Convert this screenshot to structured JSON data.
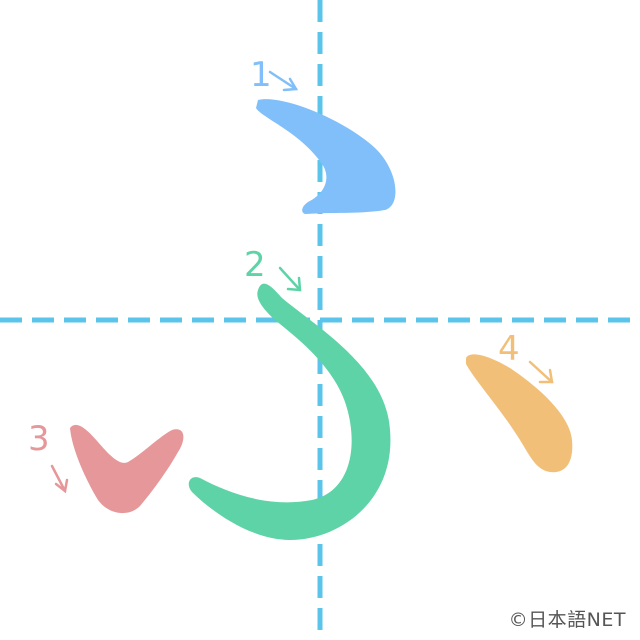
{
  "colors": {
    "guide": "#5bc4ea",
    "stroke1": "#80bff9",
    "stroke2": "#5dd3a7",
    "stroke3": "#e6979a",
    "stroke4": "#f2bf78",
    "credit": "#555555",
    "background": "#ffffff"
  },
  "strokes": [
    {
      "number": "1",
      "color_key": "stroke1"
    },
    {
      "number": "2",
      "color_key": "stroke2"
    },
    {
      "number": "3",
      "color_key": "stroke3"
    },
    {
      "number": "4",
      "color_key": "stroke4"
    }
  ],
  "credit": "©日本語NET"
}
